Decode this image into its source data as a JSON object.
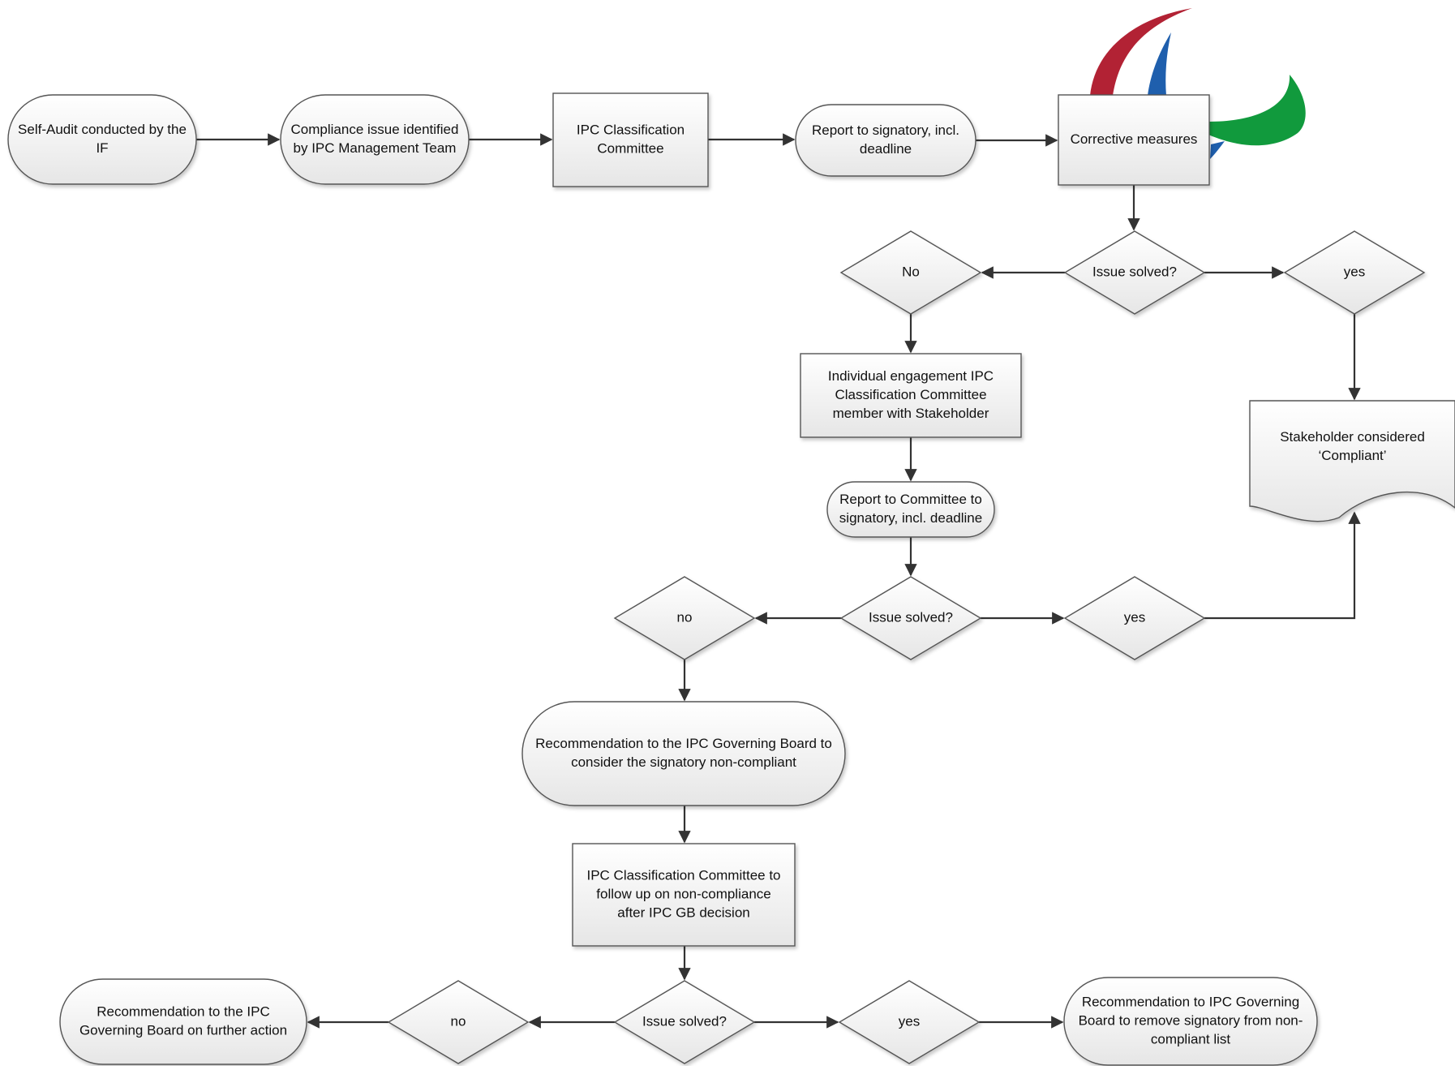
{
  "colors": {
    "logo_red": "#b22234",
    "logo_blue": "#1f5fad",
    "logo_green": "#119a3d",
    "connector": "#333333",
    "shape_border": "#555555"
  },
  "logo": {
    "name": "ipc-agitos-logo"
  },
  "nodes": {
    "self_audit": [
      "Self-Audit conducted by the",
      "IF"
    ],
    "compliance_issue": [
      "Compliance issue identified",
      "by IPC Management Team"
    ],
    "ipc_classification_committee": [
      "IPC Classification",
      "Committee"
    ],
    "report_signatory": [
      "Report to signatory, incl.",
      "deadline"
    ],
    "corrective_measures": [
      "Corrective measures"
    ],
    "issue_solved_1": [
      "Issue solved?"
    ],
    "no_1": [
      "No"
    ],
    "yes_1": [
      "yes"
    ],
    "individual_engagement": [
      "Individual engagement IPC",
      "Classification Committee",
      "member with Stakeholder"
    ],
    "stakeholder_compliant": [
      "Stakeholder considered",
      "‘Compliant’"
    ],
    "report_committee": [
      "Report to Committee to",
      "signatory, incl. deadline"
    ],
    "issue_solved_2": [
      "Issue solved?"
    ],
    "no_2": [
      "no"
    ],
    "yes_2": [
      "yes"
    ],
    "recommendation_non_compliant": [
      "Recommendation to the IPC Governing Board to",
      "consider the signatory non-compliant"
    ],
    "follow_up": [
      "IPC Classification Committee to",
      "follow up on non-compliance",
      "after IPC GB decision"
    ],
    "issue_solved_3": [
      "Issue solved?"
    ],
    "no_3": [
      "no"
    ],
    "yes_3": [
      "yes"
    ],
    "recommendation_further_action": [
      "Recommendation to the IPC",
      "Governing Board on further action"
    ],
    "recommendation_remove": [
      "Recommendation to IPC Governing",
      "Board to remove signatory from non-",
      "compliant list"
    ]
  }
}
